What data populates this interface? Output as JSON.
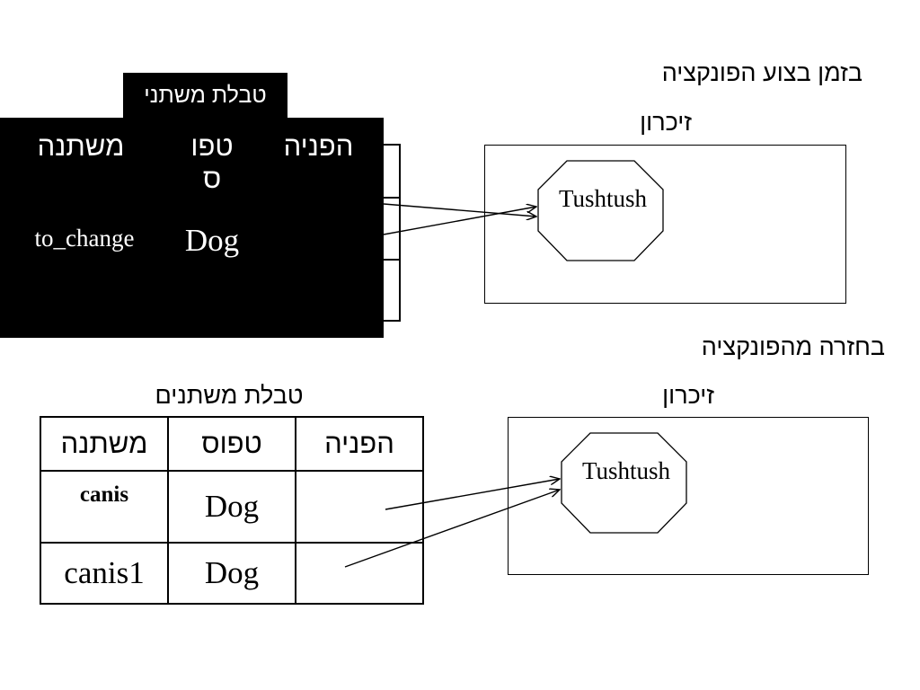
{
  "during": {
    "caption": "בזמן בצוע הפונקציה",
    "memory_label": "זיכרון",
    "table_title": "טבלת משתני",
    "headers": {
      "variable": "משתנה",
      "type": "טפו\nס",
      "reference": "הפניה"
    },
    "row": {
      "variable": "to_change",
      "type": "Dog"
    },
    "object_label": "Tushtush"
  },
  "after": {
    "caption": "בחזרה מהפונקציה",
    "memory_label": "זיכרון",
    "table_title": "טבלת משתנים",
    "headers": {
      "variable": "משתנה",
      "type": "טפוס",
      "reference": "הפניה"
    },
    "rows": [
      {
        "variable": "canis",
        "type": "Dog"
      },
      {
        "variable": "canis1",
        "type": "Dog"
      }
    ],
    "object_label": "Tushtush"
  },
  "colors": {
    "panel": "#000000",
    "panel_text": "#ffffff",
    "line": "#000000",
    "background": "#ffffff"
  }
}
